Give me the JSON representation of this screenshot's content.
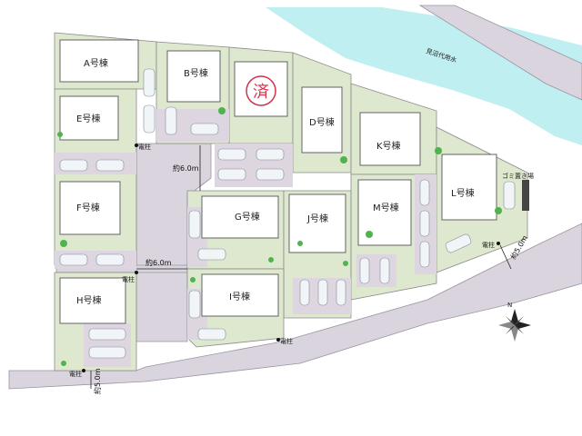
{
  "houses": [
    {
      "id": "A",
      "label": "A号棟"
    },
    {
      "id": "B",
      "label": "B号棟"
    },
    {
      "id": "D",
      "label": "D号棟"
    },
    {
      "id": "E",
      "label": "E号棟"
    },
    {
      "id": "K",
      "label": "K号棟"
    },
    {
      "id": "F",
      "label": "F号棟"
    },
    {
      "id": "G",
      "label": "G号棟"
    },
    {
      "id": "J",
      "label": "J号棟"
    },
    {
      "id": "M",
      "label": "M号棟"
    },
    {
      "id": "L",
      "label": "L号棟"
    },
    {
      "id": "H",
      "label": "H号棟"
    },
    {
      "id": "I",
      "label": "I号棟"
    }
  ],
  "sold_mark": "済",
  "river_label": "見沼代用水",
  "garbage_label": "ゴミ置き場",
  "pole_label": "電柱",
  "road_widths": {
    "inner_vertical": "約6.0m",
    "inner_horizontal": "約6.0m",
    "outer_right": "約5.0m",
    "outer_left": "約5.0m"
  },
  "compass_label": "N",
  "colors": {
    "lot_green": "#dde8cf",
    "parking": "#ddd6e1",
    "road": "#d9d4dd",
    "river": "#bfeff0",
    "sold_red": "#d0344a"
  }
}
